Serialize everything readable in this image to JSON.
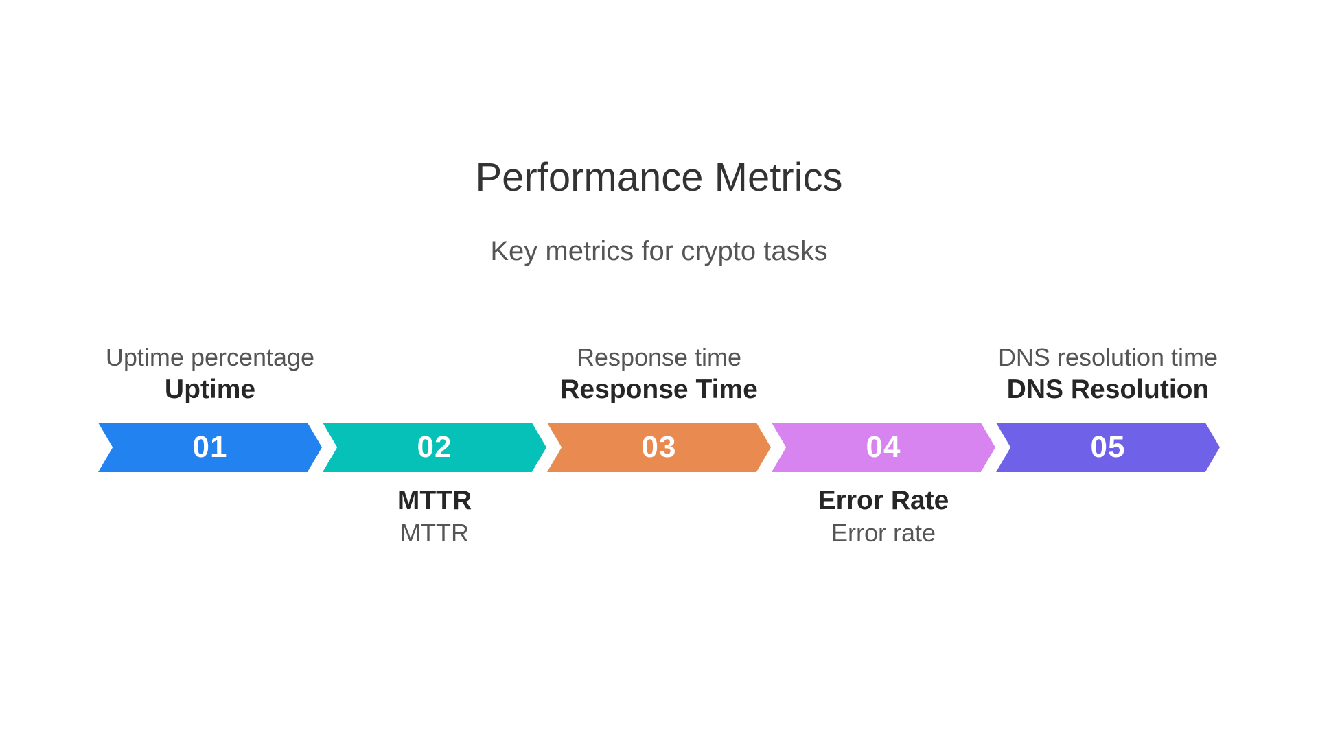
{
  "title": "Performance Metrics",
  "subtitle": "Key metrics for crypto tasks",
  "colors": {
    "background": "#ffffff",
    "title_text": "#333333",
    "description_text": "#555555",
    "label_text": "#262626",
    "number_text": "#ffffff"
  },
  "steps": [
    {
      "number": "01",
      "label": "Uptime",
      "description": "Uptime percentage",
      "color": "#2182F0",
      "label_position": "top"
    },
    {
      "number": "02",
      "label": "MTTR",
      "description": "MTTR",
      "color": "#06C1B7",
      "label_position": "bottom"
    },
    {
      "number": "03",
      "label": "Response Time",
      "description": "Response time",
      "color": "#E98A51",
      "label_position": "top"
    },
    {
      "number": "04",
      "label": "Error Rate",
      "description": "Error rate",
      "color": "#D884F0",
      "label_position": "bottom"
    },
    {
      "number": "05",
      "label": "DNS Resolution",
      "description": "DNS resolution time",
      "color": "#6F62E8",
      "label_position": "top"
    }
  ]
}
